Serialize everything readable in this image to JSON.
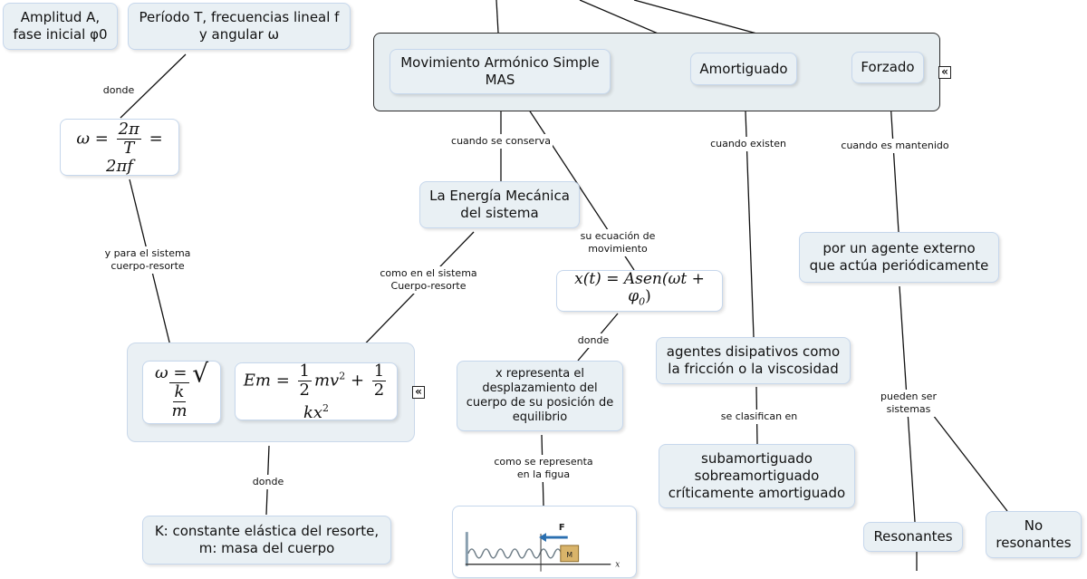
{
  "nodes": {
    "amplitud": "Amplitud A,\nfase inicial φ0",
    "periodo": "Período T, frecuencias lineal f\ny angular ω",
    "mas": "Movimiento Armónico Simple\nMAS",
    "amortiguado": "Amortiguado",
    "forzado": "Forzado",
    "energia": "La Energía Mecánica\ndel sistema",
    "agente_externo": "por un agente externo\nque actúa periódicamente",
    "x_representa": "x representa el\ndesplazamiento del\ncuerpo de su posición de\nequilibrio",
    "agentes_disipativos": "agentes disipativos como\nla fricción o la viscosidad",
    "tipos_amortiguamiento": "subamortiguado\nsobreamortiguado\ncríticamente amortiguado",
    "constante": "K: constante elástica del resorte,\nm: masa del cuerpo",
    "resonantes": "Resonantes",
    "no_resonantes": "No\nresonantes"
  },
  "link_labels": {
    "donde_1": "donde",
    "cuerpo_resorte_1": "y para el sistema\ncuerpo-resorte",
    "conserva": "cuando se conserva",
    "ecuacion": "su ecuación de\nmovimiento",
    "cuerpo_resorte_2": "como en el sistema\nCuerpo-resorte",
    "donde_2": "donde",
    "existen": "cuando existen",
    "mantenido": "cuando es mantenido",
    "clasifican": "se clasifican en",
    "pueden_ser": "pueden ser\nsistemas",
    "donde_3": "donde",
    "representa": "como se representa\nen la figua"
  },
  "formulas": {
    "omega_lhs": "ω",
    "two_pi": "2π",
    "period": "T",
    "two_pi_f": "2πf",
    "equals": "=",
    "x_of_t": "x(t) = Asen(ωt + φ",
    "phi_sub": "0",
    "em": "Em",
    "one": "1",
    "two": "2",
    "mv2": "mv",
    "kx2": "kx",
    "sq": "2",
    "k": "k",
    "m": "m"
  },
  "figure": {
    "force_label": "F",
    "mass_label": "M",
    "axis_label": "x"
  },
  "expander_glyph": "«",
  "colors": {
    "node_fill": "#e9f0f4",
    "node_border": "#c6d7ec",
    "line": "#111111"
  }
}
